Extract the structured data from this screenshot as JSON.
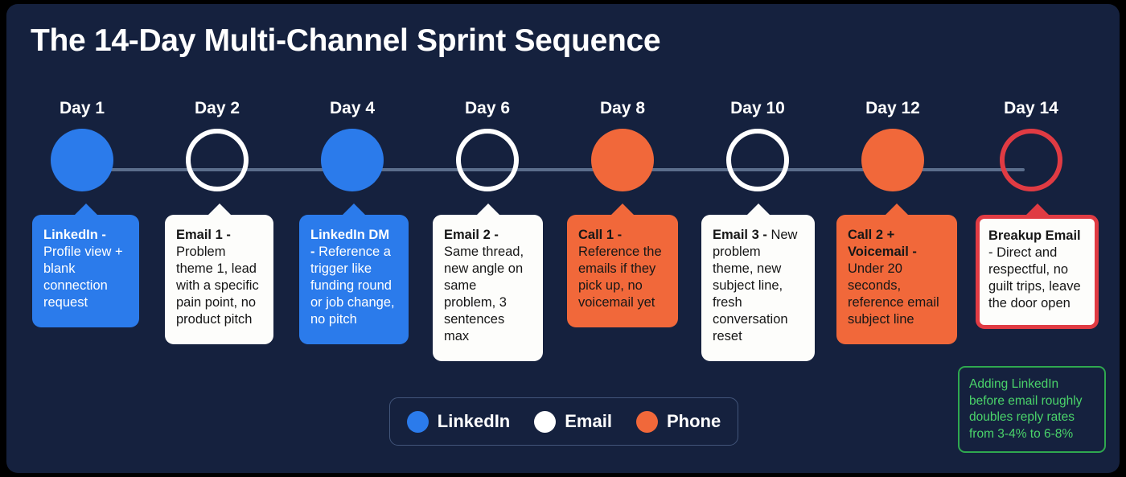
{
  "title": "The 14-Day Multi-Channel Sprint Sequence",
  "colors": {
    "background": "#15213e",
    "linkedin": "#2b7beb",
    "email": "#ffffff",
    "phone": "#f1683a",
    "breakup_border": "#e03b43",
    "rail": "#5b6e8c",
    "callout_green": "#4ad36a"
  },
  "steps": [
    {
      "day_label": "Day 1",
      "node_style": "filled-blue",
      "channel": "LinkedIn",
      "card_style": "blue",
      "lead": "LinkedIn -",
      "body": " Profile view + blank connection request"
    },
    {
      "day_label": "Day 2",
      "node_style": "ring-white",
      "channel": "Email",
      "card_style": "white",
      "lead": "Email 1 -",
      "body": " Problem theme 1, lead with a specific pain point, no product pitch"
    },
    {
      "day_label": "Day 4",
      "node_style": "filled-blue",
      "channel": "LinkedIn",
      "card_style": "blue",
      "lead": "LinkedIn DM -",
      "body": " Reference a trigger like funding round or job change, no pitch"
    },
    {
      "day_label": "Day 6",
      "node_style": "ring-white",
      "channel": "Email",
      "card_style": "white",
      "lead": "Email 2 -",
      "body": " Same thread, new angle on same problem, 3 sentences max"
    },
    {
      "day_label": "Day 8",
      "node_style": "filled-orange",
      "channel": "Phone",
      "card_style": "orange",
      "lead": "Call 1 -",
      "body": " Reference the emails if they pick up, no voicemail yet"
    },
    {
      "day_label": "Day 10",
      "node_style": "ring-white",
      "channel": "Email",
      "card_style": "white",
      "lead": "Email 3 -",
      "body": " New problem theme, new subject line, fresh conversation reset"
    },
    {
      "day_label": "Day 12",
      "node_style": "filled-orange",
      "channel": "Phone",
      "card_style": "orange",
      "lead": "Call 2 + Voicemail -",
      "body": " Under 20 seconds, reference email subject line"
    },
    {
      "day_label": "Day 14",
      "node_style": "ring-red",
      "channel": "Email",
      "card_style": "outlined-red",
      "lead": "Breakup Email",
      "body": " - Direct and respectful, no guilt trips, leave the door open"
    }
  ],
  "legend": [
    {
      "label": "LinkedIn",
      "color": "#2b7beb"
    },
    {
      "label": "Email",
      "color": "#ffffff"
    },
    {
      "label": "Phone",
      "color": "#f1683a"
    }
  ],
  "callout": {
    "text": "Adding LinkedIn before email roughly doubles reply rates from 3-4% to 6-8%"
  }
}
